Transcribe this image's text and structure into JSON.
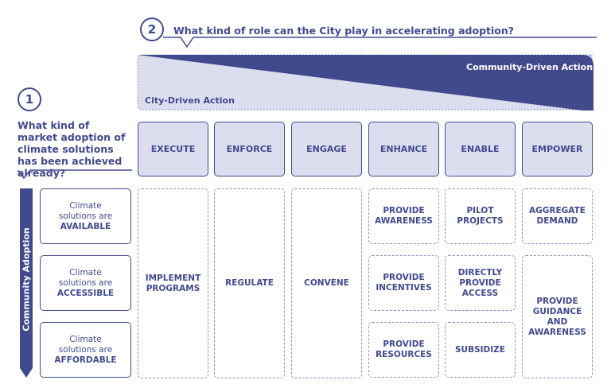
{
  "question2": {
    "number": "2",
    "text": "What kind of role can the City play in accelerating adoption?"
  },
  "question1": {
    "number": "1",
    "text": "What kind of market adoption of climate solutions has been achieved already?"
  },
  "spectrum": {
    "left_label": "City-Driven Action",
    "right_label": "Community-Driven Action"
  },
  "roles": [
    "EXECUTE",
    "ENFORCE",
    "ENGAGE",
    "ENHANCE",
    "ENABLE",
    "EMPOWER"
  ],
  "adoption_axis_label": "Community Adoption",
  "adoption_levels": [
    {
      "prefix": "Climate",
      "middle": "solutions are",
      "level": "AVAILABLE"
    },
    {
      "prefix": "Climate",
      "middle": "solutions are",
      "level": "ACCESSIBLE"
    },
    {
      "prefix": "Climate",
      "middle": "solutions are",
      "level": "AFFORDABLE"
    }
  ],
  "actions": {
    "execute": [
      "IMPLEMENT",
      "PROGRAMS"
    ],
    "enforce": [
      "REGULATE"
    ],
    "engage": [
      "CONVENE"
    ],
    "enhance": [
      [
        "PROVIDE",
        "AWARENESS"
      ],
      [
        "PROVIDE",
        "INCENTIVES"
      ],
      [
        "PROVIDE",
        "RESOURCES"
      ]
    ],
    "enable": [
      [
        "PILOT",
        "PROJECTS"
      ],
      [
        "DIRECTLY",
        "PROVIDE",
        "ACCESS"
      ],
      [
        "SUBSIDIZE"
      ]
    ],
    "empower": [
      [
        "AGGREGATE",
        "DEMAND"
      ],
      [
        "PROVIDE",
        "GUIDANCE",
        "AND",
        "AWARENESS"
      ]
    ]
  },
  "colors": {
    "primary": "#424a8e",
    "light": "#dcdef0",
    "dash": "#8b90bd"
  }
}
